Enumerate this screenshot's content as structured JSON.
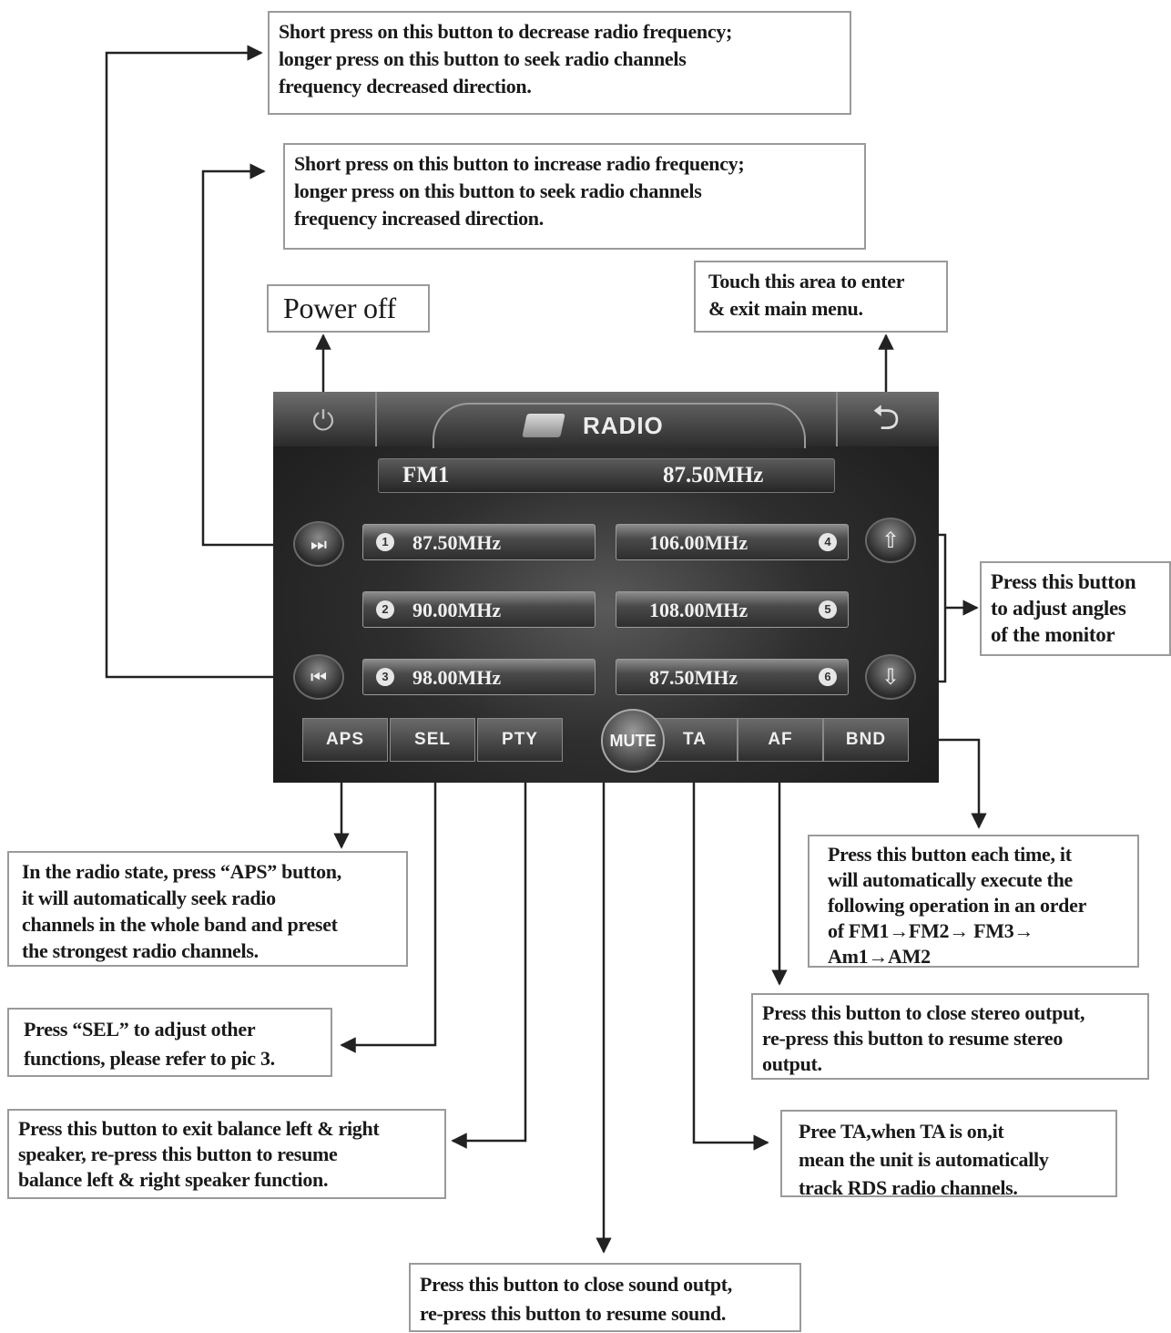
{
  "callouts": {
    "decrease": "Short press on this button to decrease radio frequency;\nlonger press on this button to seek radio channels\nfrequency decreased direction.",
    "increase": "Short press on this button to increase radio frequency;\nlonger press on this button to seek radio channels\nfrequency increased direction.",
    "power_off": "Power off",
    "main_menu": "Touch this area to enter\n& exit main menu.",
    "monitor_angle": "Press this button\nto adjust angles\nof the monitor",
    "aps": "In the radio state, press “APS” button,\nit will automatically seek radio\nchannels in the whole band and preset\nthe strongest radio channels.",
    "band": "Press this button each time, it\nwill automatically execute the\nfollowing operation in an order\nof FM1→FM2→ FM3→\nAm1→AM2",
    "af": "Press this button to close stereo output,\nre-press this button to resume stereo\noutput.",
    "sel": "Press “SEL” to adjust other\nfunctions, please refer to pic 3.",
    "pty": "Press this button to exit balance left & right\nspeaker, re-press this button to resume\nbalance left & right speaker function.",
    "ta": "Pree TA,when TA is on,it\nmean the unit is automatically\ntrack RDS radio channels.",
    "mute": "Press this button to close sound outpt,\nre-press this button to resume sound."
  },
  "screen": {
    "title": "RADIO",
    "band": "FM1",
    "frequency": "87.50MHz",
    "presets": [
      {
        "num": "1",
        "freq": "87.50MHz"
      },
      {
        "num": "2",
        "freq": "90.00MHz"
      },
      {
        "num": "3",
        "freq": "98.00MHz"
      },
      {
        "num": "4",
        "freq": "106.00MHz"
      },
      {
        "num": "5",
        "freq": "108.00MHz"
      },
      {
        "num": "6",
        "freq": "87.50MHz"
      }
    ],
    "buttons": {
      "aps": "APS",
      "sel": "SEL",
      "pty": "PTY",
      "mute": "MUTE",
      "ta": "TA",
      "af": "AF",
      "bnd": "BND"
    }
  }
}
